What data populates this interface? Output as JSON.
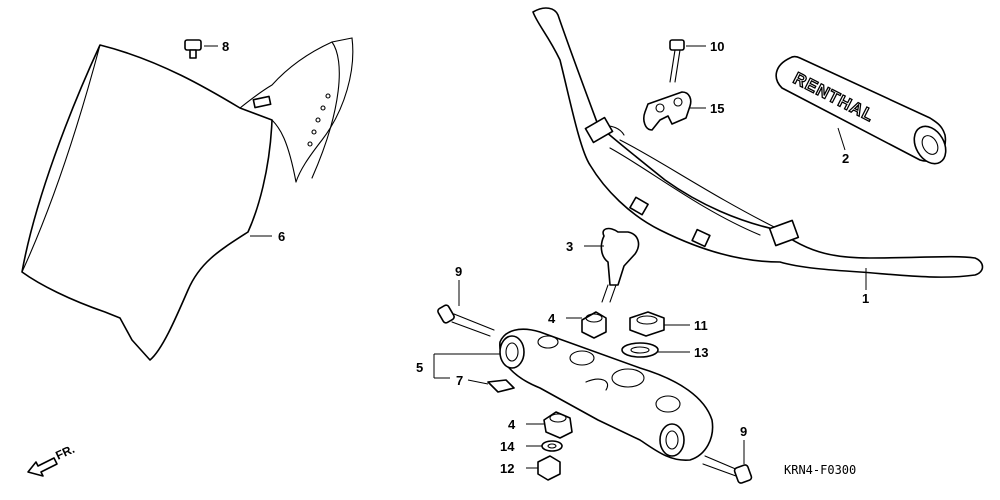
{
  "diagram": {
    "callouts": {
      "c1": "1",
      "c2": "2",
      "c3": "3",
      "c4a": "4",
      "c4b": "4",
      "c5": "5",
      "c6": "6",
      "c7": "7",
      "c8": "8",
      "c9a": "9",
      "c9b": "9",
      "c10": "10",
      "c11": "11",
      "c12": "12",
      "c13": "13",
      "c14": "14",
      "c15": "15"
    },
    "grip_brand": "RENTHAL",
    "direction_label": "FR.",
    "diagram_code": "KRN4-F0300"
  }
}
